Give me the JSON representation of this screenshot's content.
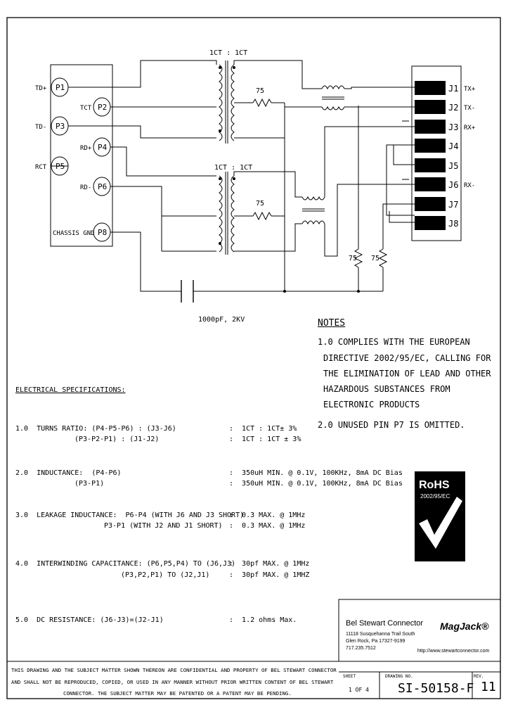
{
  "pins_left": {
    "td_plus": "TD+",
    "td_minus": "TD-",
    "rct": "RCT",
    "p1": "P1",
    "p2": "P2",
    "p3": "P3",
    "p4": "P4",
    "p5": "P5",
    "p6": "P6",
    "p8": "P8",
    "tct": "TCT",
    "rd_plus": "RD+",
    "rd_minus": "RD-",
    "chassis_gnd": "CHASSIS GND"
  },
  "transformers": {
    "ratio_top": "1CT : 1CT",
    "ratio_bottom": "1CT : 1CT"
  },
  "resistors": {
    "r1": "75",
    "r2": "75",
    "r3": "75",
    "r4": "75"
  },
  "capacitor": "1000pF, 2KV",
  "jacks": {
    "j1": "J1",
    "j2": "J2",
    "j3": "J3",
    "j4": "J4",
    "j5": "J5",
    "j6": "J6",
    "j7": "J7",
    "j8": "J8",
    "tx_plus": "TX+",
    "tx_minus": "TX-",
    "rx_plus": "RX+",
    "rx_minus": "RX-"
  },
  "notes": {
    "title": "NOTES",
    "n1": "1.0 COMPLIES WITH THE EUROPEAN",
    "n1_l2": "DIRECTIVE 2002/95/EC, CALLING FOR",
    "n1_l3": "THE ELIMINATION OF LEAD AND OTHER",
    "n1_l4": "HAZARDOUS SUBSTANCES FROM",
    "n1_l5": "ELECTRONIC PRODUCTS",
    "n2": "2.0 UNUSED PIN P7 IS OMITTED."
  },
  "specs": {
    "title": "ELECTRICAL SPECIFICATIONS:",
    "s1_label": "1.0  TURNS RATIO: (P4-P5-P6) : (J3-J6)",
    "s1_label2": "(P3-P2-P1) : (J1-J2)",
    "s1_val": ":  1CT : 1CT± 3%",
    "s1_val2": ":  1CT : 1CT ± 3%",
    "s2_label": "2.0  INDUCTANCE:  (P4-P6)",
    "s2_label2": "(P3-P1)",
    "s2_val": ":  350uH MIN. @ 0.1V, 100KHz, 8mA DC Bias",
    "s2_val2": ":  350uH MIN. @ 0.1V, 100KHz, 8mA DC Bias",
    "s3_label": "3.0  LEAKAGE INDUCTANCE:  P6-P4 (WITH J6 AND J3 SHORT)",
    "s3_label2": "P3-P1 (WITH J2 AND J1 SHORT)",
    "s3_val": ":  0.3 MAX. @ 1MHz",
    "s3_val2": ":  0.3 MAX. @ 1MHz",
    "s4_label": "4.0  INTERWINDING CAPACITANCE: (P6,P5,P4) TO (J6,J3)",
    "s4_label2": "(P3,P2,P1) TO (J2,J1)",
    "s4_val": ":  30pf MAX. @ 1MHz",
    "s4_val2": ":  30pf MAX. @ 1MHZ",
    "s5_label": "5.0  DC RESISTANCE: (J6-J3)=(J2-J1)",
    "s5_val": ":  1.2 ohms Max."
  },
  "rohs": {
    "title": "RoHS",
    "sub": "2002/95/EC"
  },
  "title_block": {
    "company": "Bel Stewart Connector",
    "addr1": "11118 Susquehanna Trail South",
    "addr2": "Glen Rock, Pa 17327-9199",
    "phone": "717.235.7512",
    "brand": "MagJack®",
    "url": "http://www.stewartconnector.com",
    "confidential_1": "THIS DRAWING AND THE SUBJECT MATTER SHOWN THEREON ARE CONFIDENTIAL AND PROPERTY OF BEL STEWART CONNECTOR",
    "confidential_2": "AND SHALL NOT BE REPRODUCED, COPIED, OR USED IN ANY MANNER WITHOUT PRIOR WRITTEN CONTENT OF BEL STEWART",
    "confidential_3": "CONNECTOR. THE SUBJECT MATTER MAY BE PATENTED OR A PATENT MAY BE PENDING.",
    "sheet_label": "SHEET",
    "sheet_value": "1 OF 4",
    "drawing_label": "DRAWING NO.",
    "drawing_value": "SI-50158-F",
    "rev_label": "REV.",
    "rev_value": "11"
  }
}
